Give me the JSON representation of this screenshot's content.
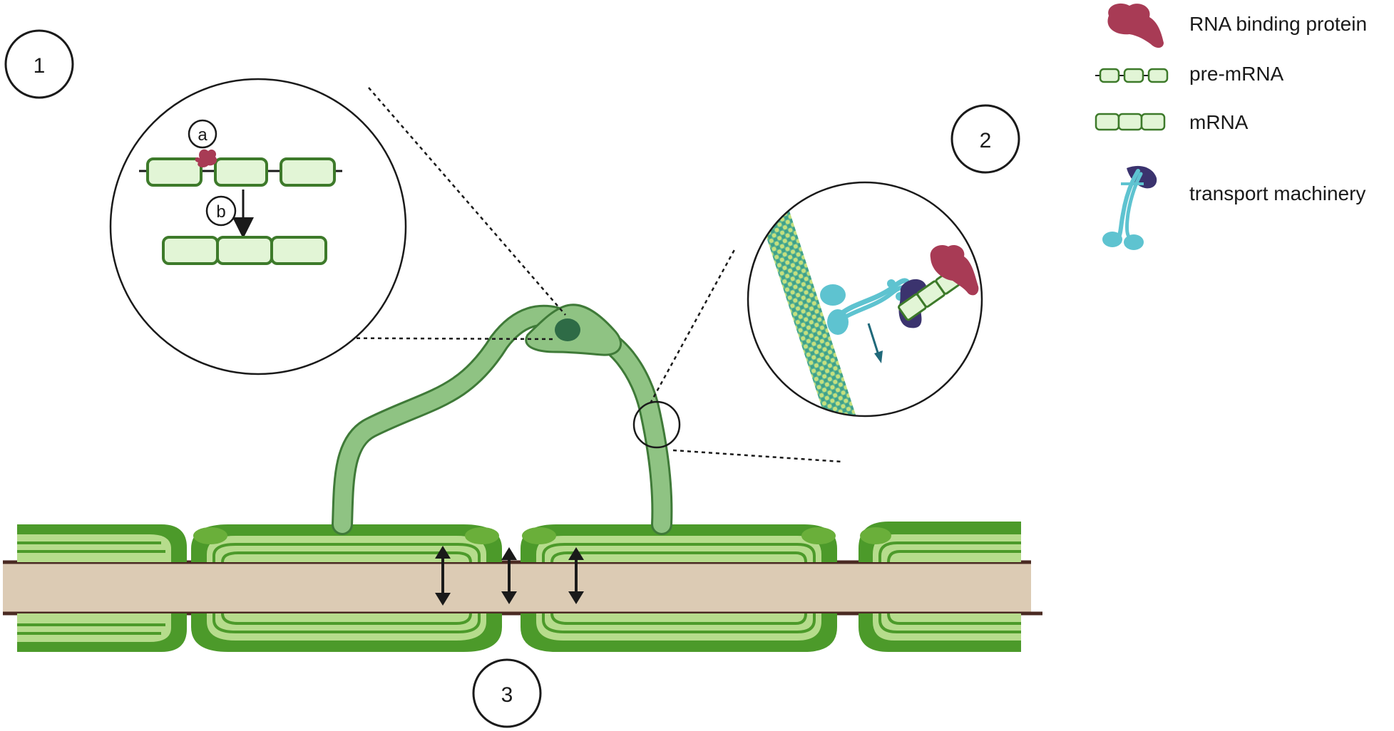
{
  "steps": [
    "1",
    "2",
    "3"
  ],
  "sub_steps": [
    "a",
    "b"
  ],
  "legend": {
    "rbp": "RNA binding protein",
    "pre_mrna": "pre-mRNA",
    "mrna": "mRNA",
    "transport": "transport machinery"
  },
  "colors": {
    "myelin_dark": "#4c9a2a",
    "myelin_light": "#b6dc8c",
    "axon": "#dccbb4",
    "axon_border": "#4a2a22",
    "cell": "#8fc383",
    "cell_stroke": "#3f7a38",
    "nucleus": "#2e6b46",
    "rna_fill": "#e2f5d6",
    "rna_stroke": "#3d7a2a",
    "rbp": "#a83b55",
    "motor_dark": "#3b336e",
    "kinesin": "#5ec3d0",
    "microtubule_a": "#5ab493",
    "microtubule_b": "#c6e07e"
  }
}
